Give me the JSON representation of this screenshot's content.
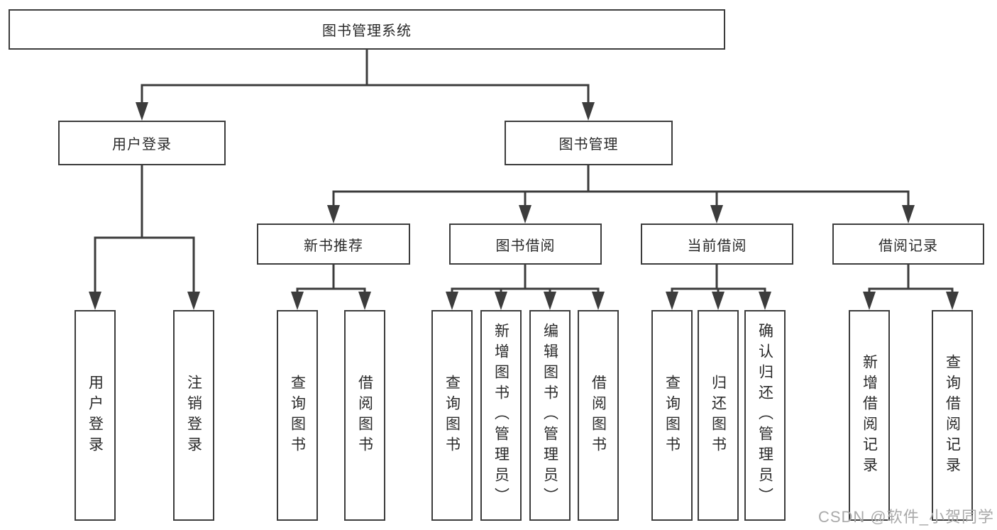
{
  "colors": {
    "line": "#3c3c3c",
    "text": "#2a2a2a",
    "node_bg": "#ffffff",
    "watermark": "#a9a9a9"
  },
  "tree": {
    "root": {
      "label": "图书管理系统"
    },
    "branches": [
      {
        "label": "用户登录"
      },
      {
        "label": "图书管理"
      }
    ],
    "modules": [
      {
        "parent": "图书管理",
        "label": "新书推荐"
      },
      {
        "parent": "图书管理",
        "label": "图书借阅"
      },
      {
        "parent": "图书管理",
        "label": "当前借阅"
      },
      {
        "parent": "图书管理",
        "label": "借阅记录"
      }
    ],
    "leaves": [
      {
        "parent": "用户登录",
        "label": "用户登录"
      },
      {
        "parent": "用户登录",
        "label": "注销登录"
      },
      {
        "parent": "新书推荐",
        "label": "查询图书"
      },
      {
        "parent": "新书推荐",
        "label": "借阅图书"
      },
      {
        "parent": "图书借阅",
        "label": "查询图书"
      },
      {
        "parent": "图书借阅",
        "label": "新增图书（管理员）"
      },
      {
        "parent": "图书借阅",
        "label": "编辑图书（管理员）"
      },
      {
        "parent": "图书借阅",
        "label": "借阅图书"
      },
      {
        "parent": "当前借阅",
        "label": "查询图书"
      },
      {
        "parent": "当前借阅",
        "label": "归还图书"
      },
      {
        "parent": "当前借阅",
        "label": "确认归还（管理员）"
      },
      {
        "parent": "借阅记录",
        "label": "新增借阅记录"
      },
      {
        "parent": "借阅记录",
        "label": "查询借阅记录"
      }
    ]
  },
  "watermark": {
    "text": "CSDN @软件_小贺同学"
  }
}
